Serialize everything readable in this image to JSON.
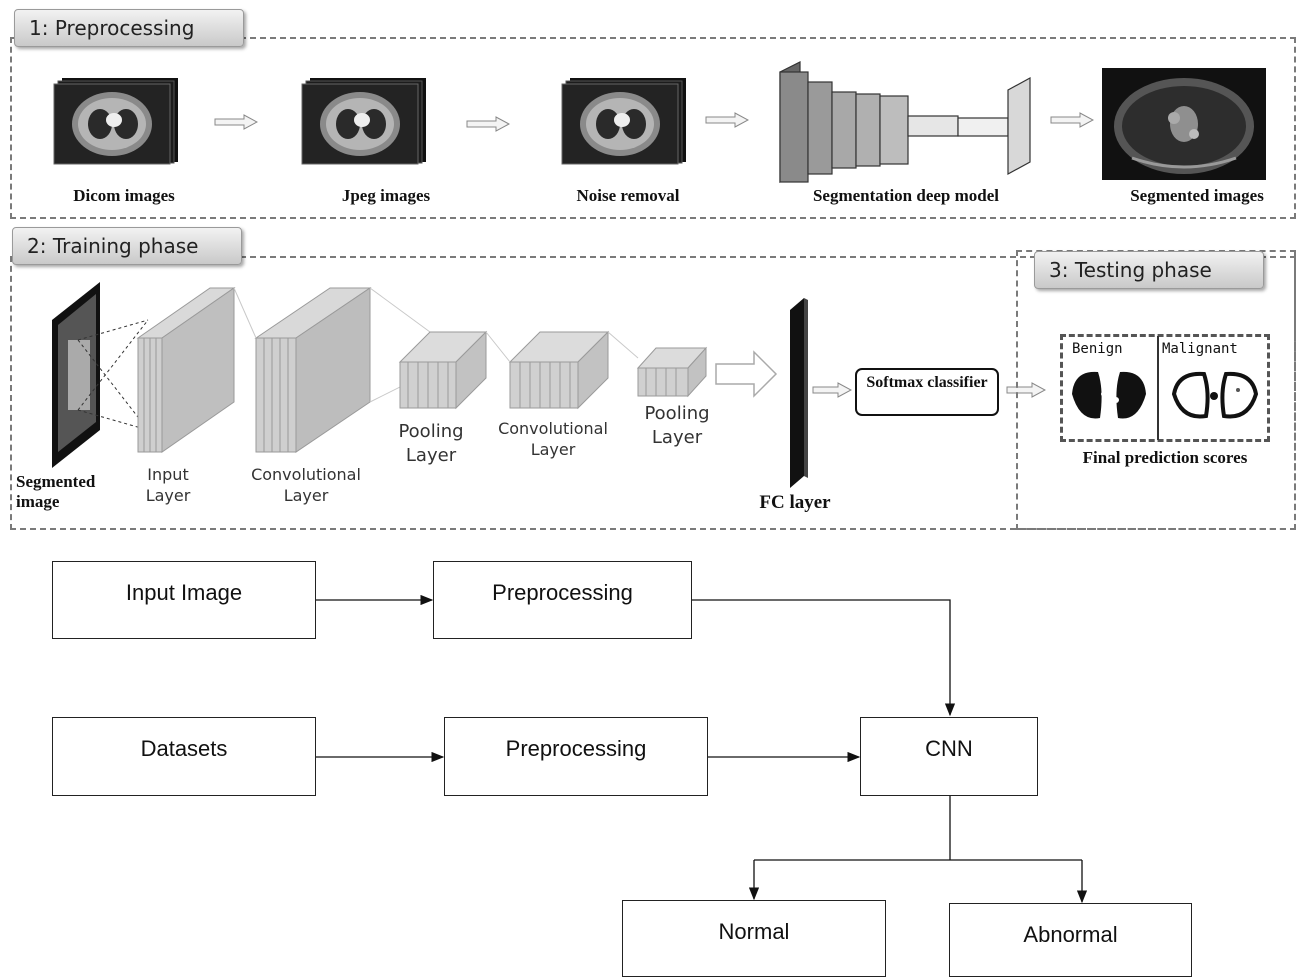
{
  "preprocessing": {
    "tab": "1: Preprocessing",
    "steps": [
      "Dicom images",
      "Jpeg images",
      "Noise removal",
      "Segmentation deep model",
      "Segmented images"
    ]
  },
  "training": {
    "tab": "2: Training phase",
    "segmented_image": "Segmented image",
    "layers": {
      "input": "Input Layer",
      "conv1": "Convolutional Layer",
      "pool1": "Pooling Layer",
      "conv2": "Convolutional Layer",
      "pool2": "Pooling Layer"
    },
    "fc": "FC layer",
    "softmax": "Softmax classifier"
  },
  "testing": {
    "tab": "3: Testing phase",
    "benign": "Benign",
    "malignant": "Malignant",
    "caption": "Final prediction scores"
  },
  "flowchart": {
    "input_image": "Input Image",
    "preprocessing_1": "Preprocessing",
    "datasets": "Datasets",
    "preprocessing_2": "Preprocessing",
    "cnn": "CNN",
    "normal": "Normal",
    "abnormal": "Abnormal"
  }
}
